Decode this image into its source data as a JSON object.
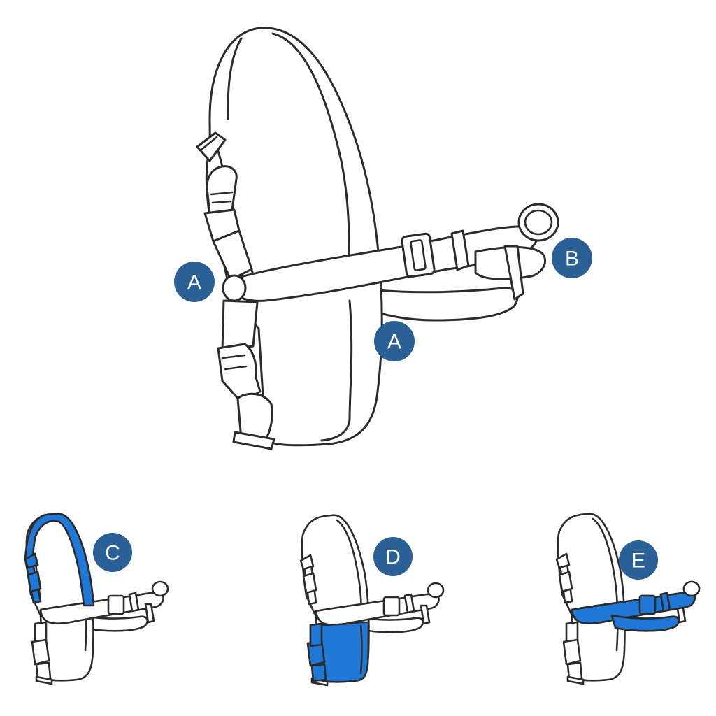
{
  "labels": {
    "a_left": "A",
    "a_right": "A",
    "b": "B",
    "c": "C",
    "d": "D",
    "e": "E"
  },
  "colors": {
    "badge": "#2a6096",
    "highlight": "#1f78d8",
    "outline": "#2b2b2b"
  }
}
